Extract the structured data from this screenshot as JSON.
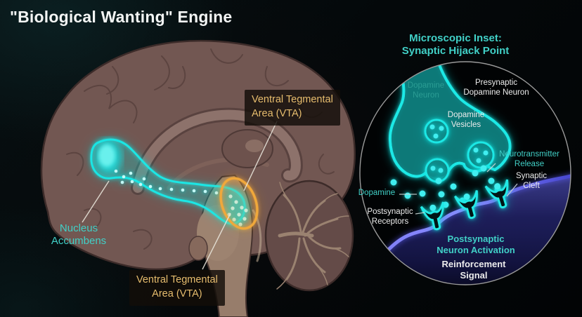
{
  "title": "\"Biological Wanting\" Engine",
  "brain_labels": {
    "nucleus_accumbens": "Nucleus\nAccumbens",
    "vta_top": "Ventral Tegmental\nArea (VTA)",
    "vta_bottom": "Ventral Tegmental\nArea (VTA)"
  },
  "inset": {
    "heading": "Microscopic Inset:\nSynaptic Hijack Point",
    "labels": {
      "dopamine_neuron": "Dopamine\nNeuron",
      "presynaptic_dopamine_neuron": "Presynaptic\nDopamine Neuron",
      "dopamine_vesicles": "Dopamine\nVesicles",
      "neurotransmitter_release": "Neurotransmitter\nRelease",
      "synaptic_cleft": "Synaptic\nCleft",
      "dopamine": "Dopamine",
      "postsynaptic_receptors": "Postsynaptic\nReceptors",
      "postsynaptic_neuron_activation": "Postsynaptic\nNeuron Activation",
      "reinforcement_signal": "Reinforcement\nSignal"
    }
  },
  "colors": {
    "teal_label": "#41d0c7",
    "teal_dim": "#2b9d94",
    "cyan_glow": "#1ae8e6",
    "gold_label": "#e7bd6e",
    "gold_ring": "#f0a83a",
    "membrane_purple": "#6b6bf2",
    "white_text": "#ececec",
    "brain_base": "#725752"
  }
}
